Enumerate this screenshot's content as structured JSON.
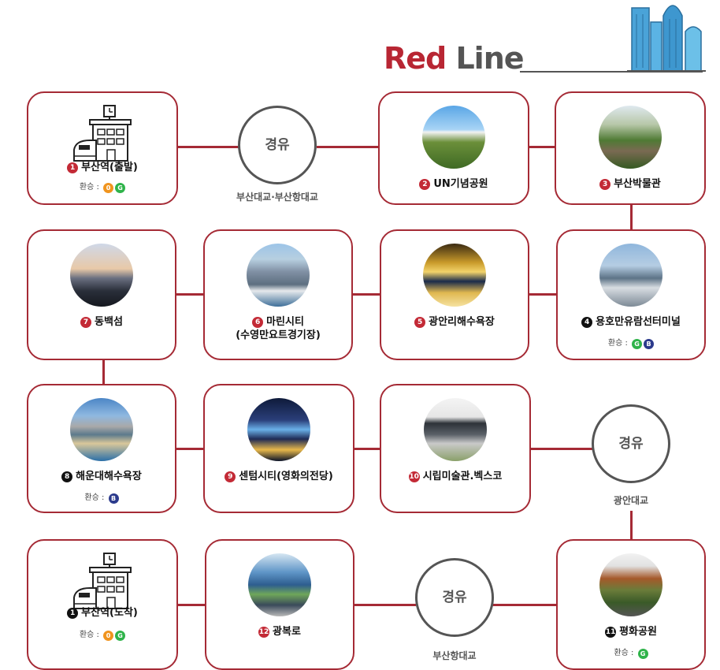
{
  "header": {
    "title_red": "Red",
    "title_gray": "Line"
  },
  "transfer_label": "환승 :",
  "colors": {
    "accent": "#a52a35",
    "line_orange": "#f0941e",
    "line_green": "#2fb34a",
    "line_blue": "#2b3a8c"
  },
  "stops": {
    "s1": {
      "num": "1",
      "name": "부산역(출발)",
      "transfers": [
        "0",
        "G"
      ]
    },
    "s2": {
      "num": "2",
      "name": "UN기념공원"
    },
    "s3": {
      "num": "3",
      "name": "부산박물관"
    },
    "s4": {
      "num": "4",
      "name": "용호만유람선터미널",
      "transfers": [
        "G",
        "B"
      ]
    },
    "s5": {
      "num": "5",
      "name": "광안리해수욕장"
    },
    "s6": {
      "num": "6",
      "name": "마린시티",
      "name2": "(수영만요트경기장)"
    },
    "s7": {
      "num": "7",
      "name": "동백섬"
    },
    "s8": {
      "num": "8",
      "name": "해운대해수욕장",
      "transfers": [
        "B"
      ]
    },
    "s9": {
      "num": "9",
      "name": "센텀시티(영화의전당)"
    },
    "s10": {
      "num": "10",
      "name": "시립미술관.벡스코"
    },
    "s11": {
      "num": "11",
      "name": "평화공원",
      "transfers": [
        "G"
      ]
    },
    "s12": {
      "num": "12",
      "name": "광복로"
    },
    "s13": {
      "num": "1",
      "name": "부산역(도착)",
      "transfers": [
        "0",
        "G"
      ]
    }
  },
  "via_points": {
    "v1": {
      "label": "경유",
      "caption": "부산대교·부산항대교"
    },
    "v2": {
      "label": "경유",
      "caption": "광안대교"
    },
    "v3": {
      "label": "경유",
      "caption": "부산항대교"
    }
  }
}
